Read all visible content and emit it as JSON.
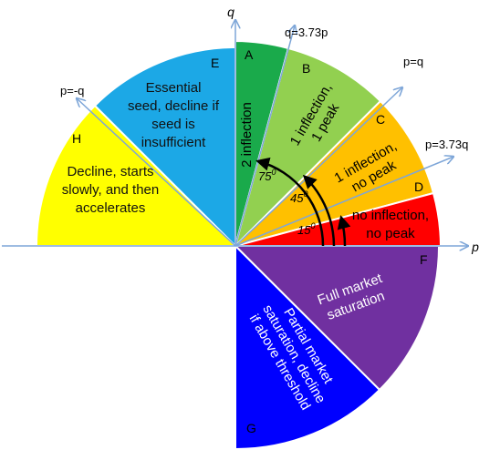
{
  "axes": {
    "x_label": "p",
    "y_label": "q"
  },
  "lines": {
    "q_373p": "q=3.73p",
    "p_eq_q": "p=q",
    "p_373q": "p=3.73q",
    "p_neg_q": "p=-q"
  },
  "angles": {
    "a75": "75",
    "a45": "45",
    "a15": "15",
    "deg": "0"
  },
  "colors": {
    "A": "#1aaa4b",
    "B": "#92d050",
    "C": "#ffc000",
    "D": "#ff0000",
    "E": "#1ca8e6",
    "F": "#7030a0",
    "G": "#0000ff",
    "H": "#ffff00",
    "axis": "#7ea6d8"
  },
  "regions": {
    "A": {
      "letter": "A",
      "text": [
        "2 inflection"
      ]
    },
    "B": {
      "letter": "B",
      "text": [
        "1 inflection,",
        "1 peak"
      ]
    },
    "C": {
      "letter": "C",
      "text": [
        "1 inflection,",
        "no peak"
      ]
    },
    "D": {
      "letter": "D",
      "text": [
        "no inflection,",
        "no peak"
      ]
    },
    "E": {
      "letter": "E",
      "text": [
        "Essential",
        "seed, decline if",
        "seed is",
        "insufficient"
      ]
    },
    "F": {
      "letter": "F",
      "text": [
        "Full market",
        "saturation"
      ]
    },
    "G": {
      "letter": "G",
      "text": [
        "Partial market",
        "saturation, decline",
        "if above threshold"
      ]
    },
    "H": {
      "letter": "H",
      "text": [
        "Decline, starts",
        "slowly, and then",
        "accelerates"
      ]
    }
  }
}
